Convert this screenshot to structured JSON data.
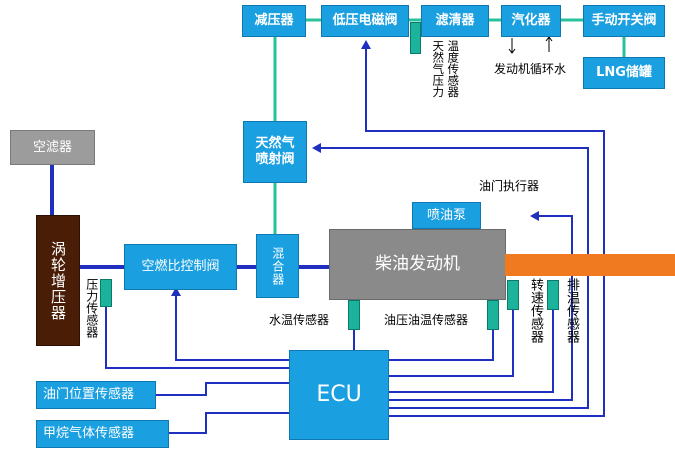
{
  "colors": {
    "box_blue": "#1a9fe0",
    "line_blue": "#1f2fc0",
    "gas_green": "#27c29a",
    "sensor_teal": "#1bb39b",
    "engine_gray": "#8a8a8a",
    "turbo_brown": "#4a1d06",
    "exhaust_orange": "#f07a1f"
  },
  "components": {
    "reducer": "减压器",
    "low_pressure_valve": "低压电磁阀",
    "filter": "滤清器",
    "vaporizer": "汽化器",
    "manual_valve": "手动开关阀",
    "lng_tank": "LNG储罐",
    "air_filter": "空滤器",
    "gas_injector": "天然气\n喷射阀",
    "turbocharger": "涡轮增压器",
    "air_fuel_valve": "空燃比控制阀",
    "mixer": "混合器",
    "engine": "柴油发动机",
    "injection_pump": "喷油泵",
    "ecu": "ECU",
    "throttle_position_sensor": "油门位置传感器",
    "methane_sensor": "甲烷气体传感器"
  },
  "labels": {
    "gas_temp_pressure_sensor": "天然气压力",
    "temp_sensor_part": "温度传感器",
    "engine_coolant_loop": "发动机循环水",
    "throttle_actuator": "油门执行器",
    "pressure_sensor": "压力传感器",
    "water_temp_sensor": "水温传感器",
    "oil_pressure_temp_sensor": "油压油温传感器",
    "speed_sensor": "转速传感器",
    "exhaust_temp_sensor": "排温传感器"
  }
}
